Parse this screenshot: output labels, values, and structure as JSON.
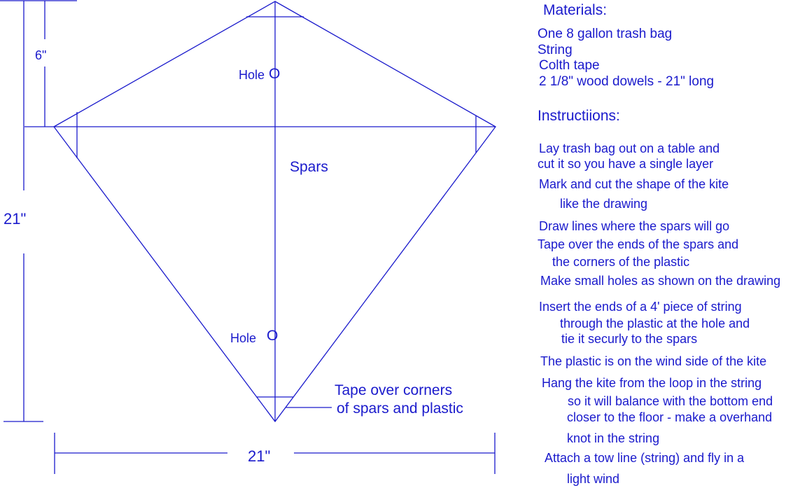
{
  "diagram": {
    "dim_top": "6\"",
    "dim_left": "21\"",
    "dim_bottom": "21\"",
    "spars_label": "Spars",
    "hole_top": "Hole",
    "hole_bottom": "Hole",
    "hole_marker": "O",
    "tape_note": [
      "Tape over corners",
      "of spars and plastic"
    ],
    "line_color": "#1a1acc"
  },
  "materials": {
    "heading": "Materials:",
    "items": [
      "One 8 gallon trash bag",
      "String",
      "Colth tape",
      "2 1/8\" wood dowels - 21\" long"
    ]
  },
  "instructions": {
    "heading": "Instructiions:",
    "lines": [
      "Lay trash bag out on a table and",
      "cut it so you have a single layer",
      "Mark and cut the shape of the kite",
      "like the drawing",
      "Draw lines where the spars will go",
      "Tape over the ends of the spars and",
      "the corners of the plastic",
      "Make small holes as shown on the drawing",
      "Insert the ends of a 4' piece of string",
      "through the plastic at the hole and",
      "tie it securly to the spars",
      "The plastic is on the wind side of the kite",
      "Hang the kite from the loop in the string",
      "so it will balance with the bottom end",
      "closer to the floor - make a overhand",
      "knot in the string",
      "Attach a tow line (string) and fly in a",
      "light wind"
    ]
  }
}
